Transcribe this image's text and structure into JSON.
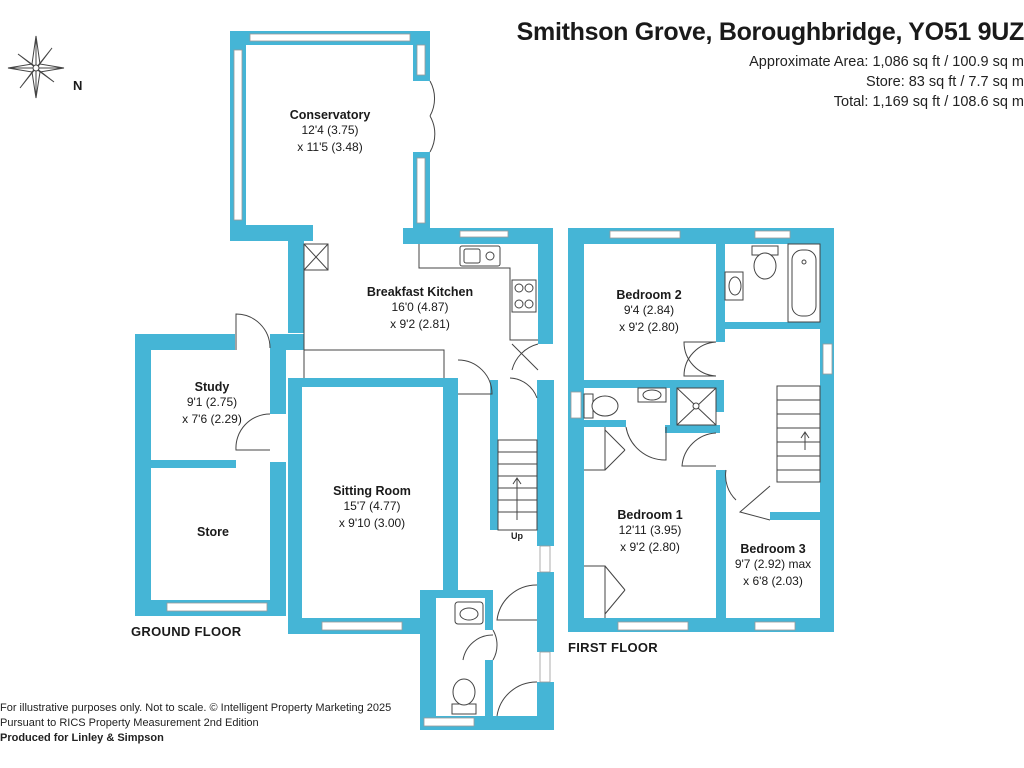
{
  "header": {
    "address": "Smithson Grove, Boroughbridge, YO51 9UZ",
    "approx_area": "Approximate Area: 1,086 sq ft / 100.9 sq m",
    "store_area": "Store: 83 sq ft / 7.7 sq m",
    "total_area": "Total: 1,169 sq ft / 108.6 sq m"
  },
  "compass": {
    "north_label": "N"
  },
  "floors": {
    "ground": {
      "label": "GROUND FLOOR"
    },
    "first": {
      "label": "FIRST FLOOR"
    }
  },
  "rooms": {
    "conservatory": {
      "name": "Conservatory",
      "dim1": "12'4 (3.75)",
      "dim2": "x 11'5 (3.48)"
    },
    "breakfast_kitchen": {
      "name": "Breakfast Kitchen",
      "dim1": "16'0 (4.87)",
      "dim2": "x 9'2 (2.81)"
    },
    "study": {
      "name": "Study",
      "dim1": "9'1 (2.75)",
      "dim2": "x 7'6 (2.29)"
    },
    "store": {
      "name": "Store"
    },
    "sitting_room": {
      "name": "Sitting Room",
      "dim1": "15'7 (4.77)",
      "dim2": "x 9'10 (3.00)"
    },
    "bedroom_2": {
      "name": "Bedroom 2",
      "dim1": "9'4 (2.84)",
      "dim2": "x 9'2 (2.80)"
    },
    "bedroom_1": {
      "name": "Bedroom 1",
      "dim1": "12'11 (3.95)",
      "dim2": "x 9'2 (2.80)"
    },
    "bedroom_3": {
      "name": "Bedroom 3",
      "dim1": "9'7 (2.92) max",
      "dim2": "x 6'8 (2.03)"
    }
  },
  "stairs_label": "Up",
  "footer": {
    "disclaimer": "For illustrative purposes only. Not to scale. © Intelligent Property Marketing 2025",
    "rics": "Pursuant to RICS Property Measurement 2nd Edition",
    "produced_by": "Produced for Linley & Simpson"
  },
  "colors": {
    "wall": "#45b5d6",
    "window": "#ffffff",
    "fixture_line": "#444444"
  },
  "icons": [
    "compass-star-icon",
    "sink-icon",
    "hob-icon",
    "toilet-icon",
    "bath-icon",
    "shower-icon",
    "stairs-icon"
  ]
}
